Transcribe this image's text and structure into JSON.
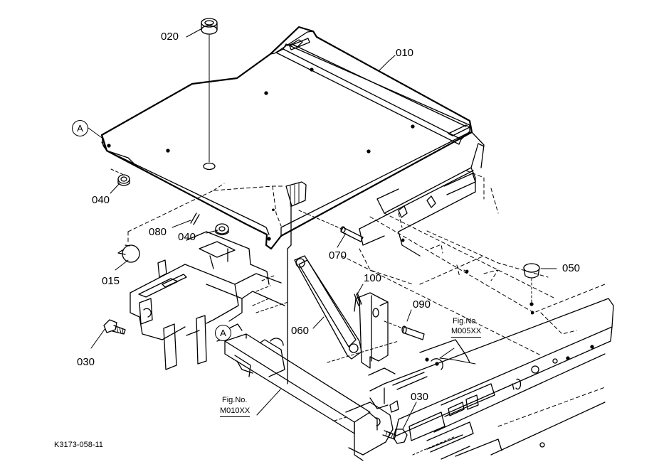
{
  "parts": [
    {
      "id": "p010",
      "label": "010"
    },
    {
      "id": "p020",
      "label": "020"
    },
    {
      "id": "p040a",
      "label": "040"
    },
    {
      "id": "p080",
      "label": "080"
    },
    {
      "id": "p040b",
      "label": "040"
    },
    {
      "id": "p015",
      "label": "015"
    },
    {
      "id": "p070",
      "label": "070"
    },
    {
      "id": "p100",
      "label": "100"
    },
    {
      "id": "p050",
      "label": "050"
    },
    {
      "id": "p090",
      "label": "090"
    },
    {
      "id": "p060",
      "label": "060"
    },
    {
      "id": "p030a",
      "label": "030"
    },
    {
      "id": "p030b",
      "label": "030"
    }
  ],
  "callouts": {
    "a_top": "A",
    "a_mid": "A"
  },
  "fig_refs": {
    "m005": {
      "line1": "Fig.No.",
      "line2": "M005XX"
    },
    "m010": {
      "line1": "Fig.No.",
      "line2": "M010XX"
    }
  },
  "drawing_code": "K3173-058-11"
}
